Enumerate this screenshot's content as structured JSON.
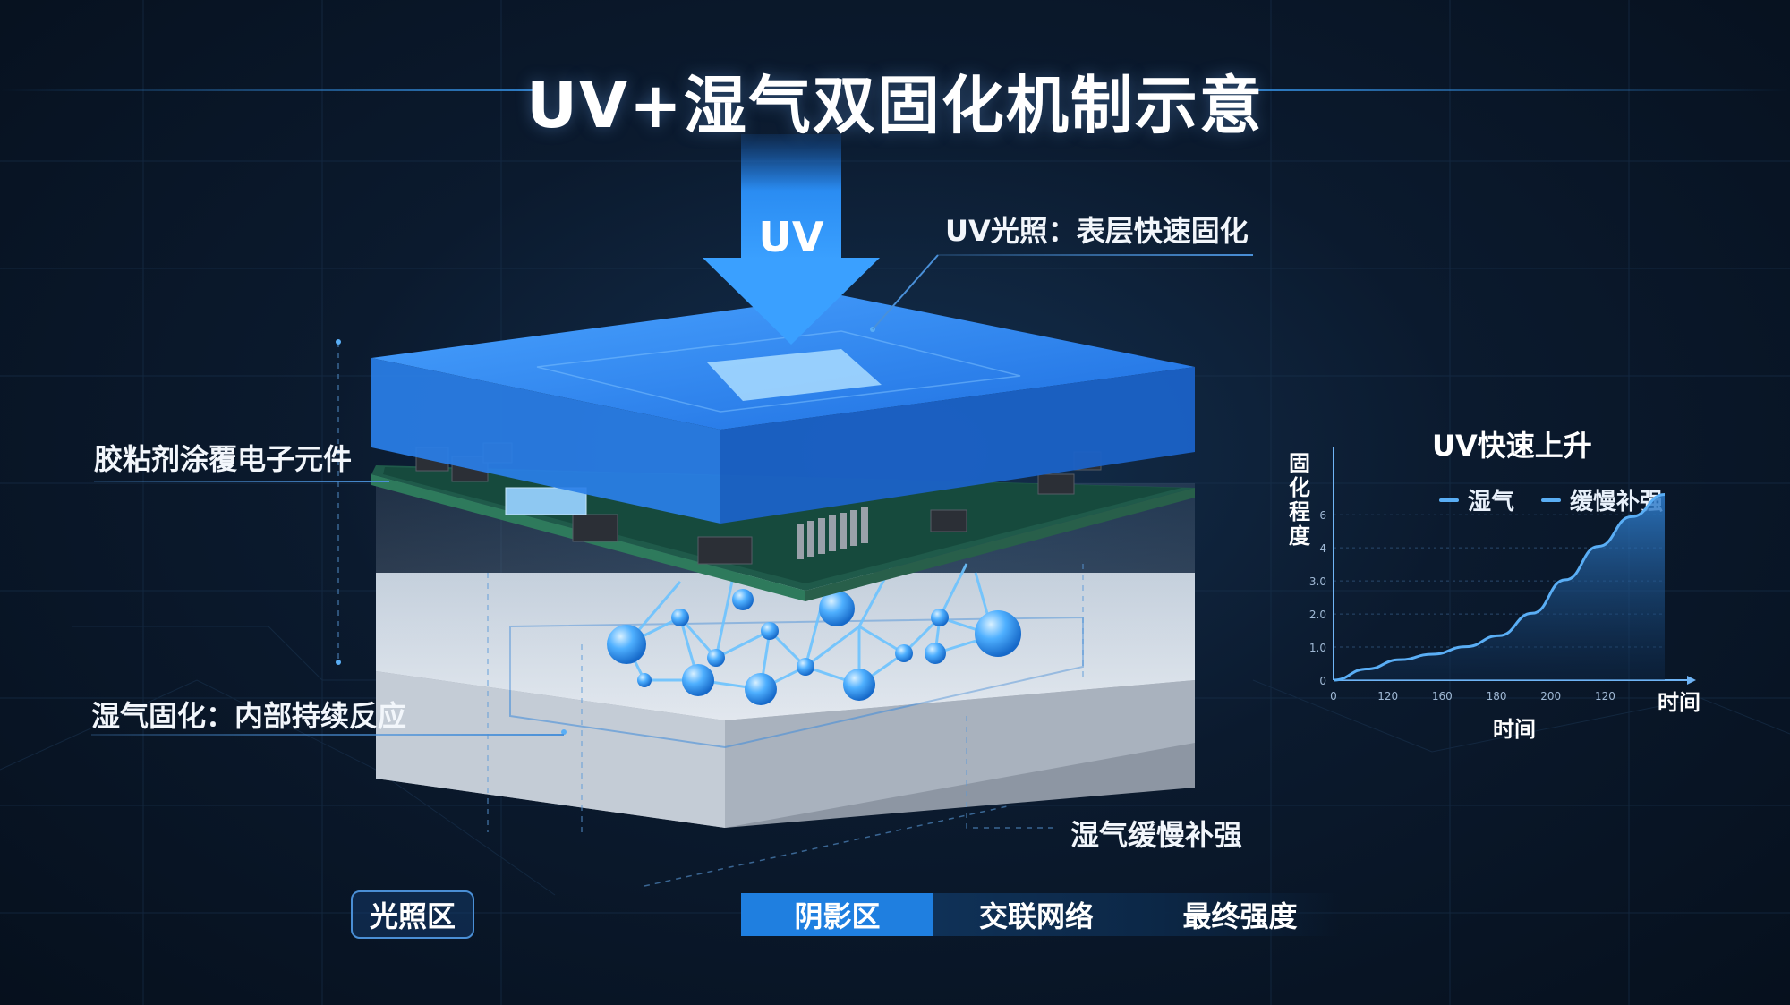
{
  "title": "UV+湿气双固化机制示意",
  "arrow": {
    "label": "UV"
  },
  "callouts": {
    "uv_surface": "UV光照：表层快速固化",
    "adhesive": "胶粘剂涂覆电子元件",
    "moisture_internal": "湿气固化：内部持续反应",
    "moisture_slow": "湿气缓慢补强"
  },
  "light_zone_badge": "光照区",
  "tabs": [
    {
      "label": "阴影区",
      "active": true
    },
    {
      "label": "交联网络",
      "active": false
    },
    {
      "label": "最终强度",
      "active": false
    }
  ],
  "colors": {
    "accent": "#2e8ff0",
    "background": "#0b1a2e",
    "tab_active": "#1f7fe0",
    "chart_line": "#5aaef5"
  },
  "chart_data": {
    "type": "area",
    "title": "UV快速上升",
    "ylabel": "固化程度",
    "xlabel": "时间",
    "x_axis_end_label": "时间",
    "legend": [
      "湿气",
      "缓慢补强"
    ],
    "x_ticks": [
      "0",
      "120",
      "160",
      "180",
      "200",
      "120"
    ],
    "y_ticks": [
      "0",
      "1.0",
      "2.0",
      "3.0",
      "4",
      "6"
    ],
    "series": [
      {
        "values": [
          0,
          0.3,
          0.55,
          0.7,
          0.9,
          1.2,
          1.8,
          2.7,
          3.6,
          4.4,
          5.0
        ]
      }
    ]
  }
}
